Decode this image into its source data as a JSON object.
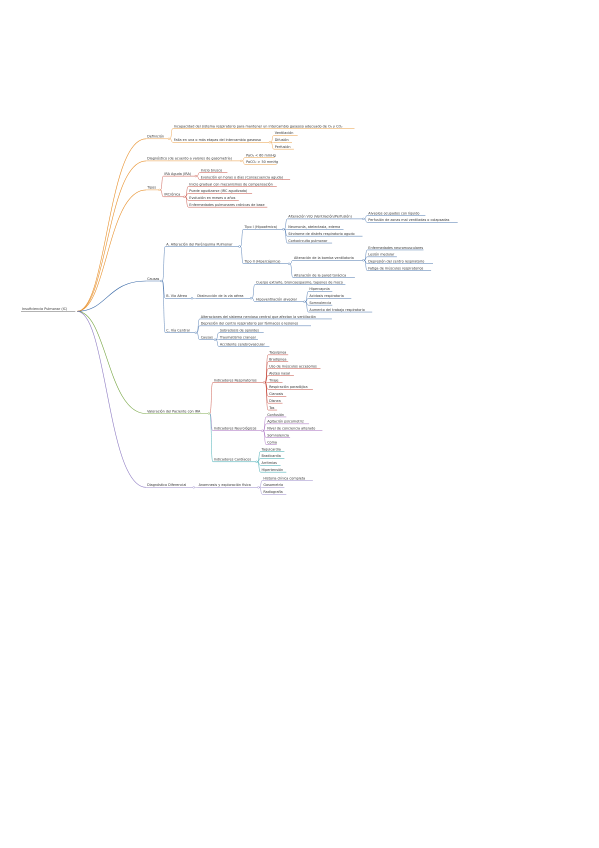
{
  "root": {
    "label": "Insuficiencia Pulmonar (IC)"
  },
  "branches": [
    {
      "label": "Definición",
      "color": "#e8912d",
      "children": [
        {
          "label": "Incapacidad del sistema respiratorio para mantener un intercambio gaseoso adecuado de O₂ y CO₂"
        },
        {
          "label": "Falla en una o más etapas del intercambio gaseoso",
          "children": [
            {
              "label": "Ventilación"
            },
            {
              "label": "Difusión"
            },
            {
              "label": "Perfusión"
            }
          ]
        }
      ]
    },
    {
      "label": "Diagnóstico (de acuerdo a valores de gasometría)",
      "color": "#e8912d",
      "children": [
        {
          "label": "PaO₂ < 60 mmHg"
        },
        {
          "label": "PaCO₂ > 50 mmHg"
        }
      ]
    },
    {
      "label": "Tipos",
      "color": "#e8912d",
      "children": [
        {
          "label": "IRA Aguda (IRA)",
          "color": "#c0392b",
          "children": [
            {
              "label": "Inicio brusco"
            },
            {
              "label": "Evolución en horas o días (Consecuencia aguda)"
            }
          ]
        },
        {
          "label": "IRCrónica",
          "color": "#c0392b",
          "children": [
            {
              "label": "Inicio gradual con mecanismos de compensación"
            },
            {
              "label": "Puede agudizarse (IRC agudizada)"
            },
            {
              "label": "Evolución en meses o años"
            },
            {
              "label": "Enfermedades pulmonares crónicas de base"
            }
          ]
        }
      ]
    },
    {
      "label": "Causas",
      "color": "#3465a4",
      "children": [
        {
          "label": "A. Alteración del Parénquima Pulmonar",
          "children": [
            {
              "label": "Tipo I (Hipoxémica)",
              "children": [
                {
                  "label": "Alteración V/Q (Ventilación/Perfusión)",
                  "children": [
                    {
                      "label": "Alveolos ocupados con líquido"
                    },
                    {
                      "label": "Perfusión de zonas mal ventiladas o colapsadas"
                    }
                  ]
                },
                {
                  "label": "Neumonía, atelectasia, edema"
                },
                {
                  "label": "Síndrome de distrés respiratorio agudo"
                },
                {
                  "label": "Cortocircuito pulmonar"
                }
              ]
            },
            {
              "label": "Tipo II (Hipercápnica)",
              "children": [
                {
                  "label": "Alteración de la bomba ventilatoria",
                  "children": [
                    {
                      "label": "Enfermedades neuromusculares"
                    },
                    {
                      "label": "Lesión medular"
                    },
                    {
                      "label": "Depresión del centro respiratorio"
                    },
                    {
                      "label": "Fatiga de músculos respiratorios"
                    }
                  ]
                },
                {
                  "label": "Alteración de la pared torácica"
                }
              ]
            }
          ]
        },
        {
          "label": "B. Vía Aérea",
          "children": [
            {
              "label": "Obstrucción de la vía aérea",
              "children": [
                {
                  "label": "Cuerpo extraño, broncoespasmo, tapones de moco"
                },
                {
                  "label": "Hipoventilación alveolar",
                  "children": [
                    {
                      "label": "Hipercapnia"
                    },
                    {
                      "label": "Acidosis respiratoria"
                    },
                    {
                      "label": "Somnolencia"
                    },
                    {
                      "label": "Aumento del trabajo respiratorio"
                    }
                  ]
                }
              ]
            }
          ]
        },
        {
          "label": "C. Vía Central",
          "children": [
            {
              "label": "Alteraciones del sistema nervioso central que afectan la ventilación"
            },
            {
              "label": "Depresión del centro respiratorio por fármacos o lesiones"
            },
            {
              "label": "Causas",
              "children": [
                {
                  "label": "Sobredosis de opioides"
                },
                {
                  "label": "Traumatismo craneal"
                },
                {
                  "label": "Accidente cerebrovascular"
                }
              ]
            }
          ]
        }
      ]
    },
    {
      "label": "Valoración del Paciente con IRA",
      "color": "#73a33e",
      "children": [
        {
          "label": "Indicadores Respiratorios",
          "color": "#c0392b",
          "children": [
            {
              "label": "Taquipnea"
            },
            {
              "label": "Bradipnea"
            },
            {
              "label": "Uso de músculos accesorios"
            },
            {
              "label": "Aleteo nasal"
            },
            {
              "label": "Tiraje"
            },
            {
              "label": "Respiración paradójica"
            },
            {
              "label": "Cianosis"
            },
            {
              "label": "Disnea"
            },
            {
              "label": "Tos"
            }
          ]
        },
        {
          "label": "Indicadores Neurológicos",
          "color": "#9b59b6",
          "children": [
            {
              "label": "Confusión"
            },
            {
              "label": "Agitación psicomotriz"
            },
            {
              "label": "Nivel de conciencia alterado"
            },
            {
              "label": "Somnolencia"
            },
            {
              "label": "Coma"
            }
          ]
        },
        {
          "label": "Indicadores Cardíacos",
          "color": "#1a9ba3",
          "children": [
            {
              "label": "Taquicardia"
            },
            {
              "label": "Bradicardia"
            },
            {
              "label": "Arritmias"
            },
            {
              "label": "Hipertensión"
            }
          ]
        }
      ]
    },
    {
      "label": "Diagnóstico Diferencial",
      "color": "#8e7cc3",
      "children": [
        {
          "label": "Anamnesis y exploración física",
          "children": [
            {
              "label": "Historia clínica completa"
            },
            {
              "label": "Gasometría"
            },
            {
              "label": "Radiografía"
            }
          ]
        }
      ]
    }
  ]
}
